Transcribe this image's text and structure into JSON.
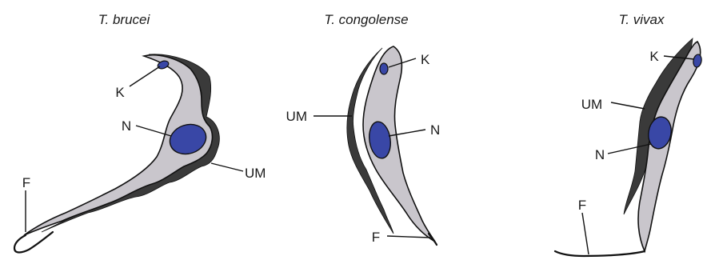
{
  "species": [
    {
      "id": "brucei",
      "title": "T. brucei",
      "labels": {
        "K": "K",
        "N": "N",
        "UM": "UM",
        "F": "F"
      }
    },
    {
      "id": "congolense",
      "title": "T. congolense",
      "labels": {
        "K": "K",
        "UM": "UM",
        "N": "N",
        "F": "F"
      }
    },
    {
      "id": "vivax",
      "title": "T. vivax",
      "labels": {
        "K": "K",
        "UM": "UM",
        "N": "N",
        "F": "F"
      }
    }
  ],
  "colors": {
    "cell_body": "#c9c6cc",
    "membrane": "#3a3a3a",
    "nucleus": "#3947a6",
    "outline": "#111111"
  }
}
